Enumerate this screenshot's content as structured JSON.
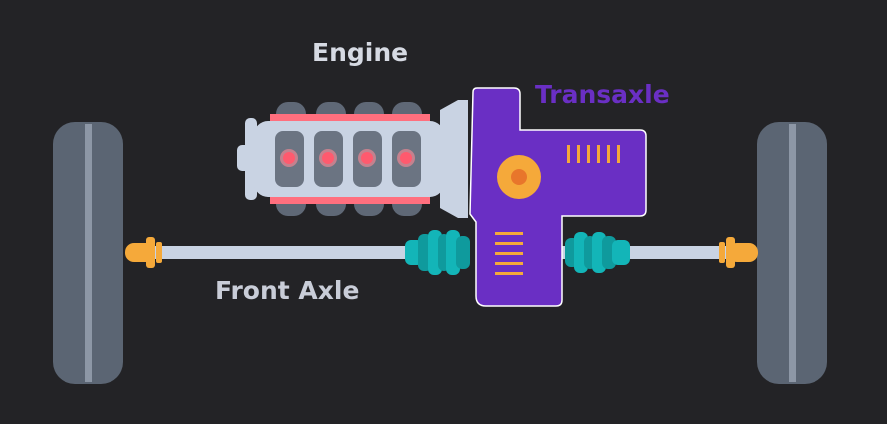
{
  "labels": {
    "engine": "Engine",
    "transaxle": "Transaxle",
    "front_axle": "Front Axle"
  },
  "colors": {
    "background": "#232326",
    "tire": "#5b6573",
    "tire_stripe": "#8d97a6",
    "engine_block": "#c9d3e3",
    "cylinder_head": "#5f6876",
    "cylinder_glow": "#ff5a6e",
    "transaxle": "#6a2fc4",
    "transaxle_accent": "#f5a93a",
    "cv_boot": "#13b5b8",
    "axle_shaft": "#c9d3e3",
    "axle_end": "#f5a93a"
  },
  "icons": {
    "engine": "engine-icon",
    "transaxle": "transaxle-icon",
    "wheel": "wheel-icon",
    "cv_joint": "cv-joint-icon"
  }
}
